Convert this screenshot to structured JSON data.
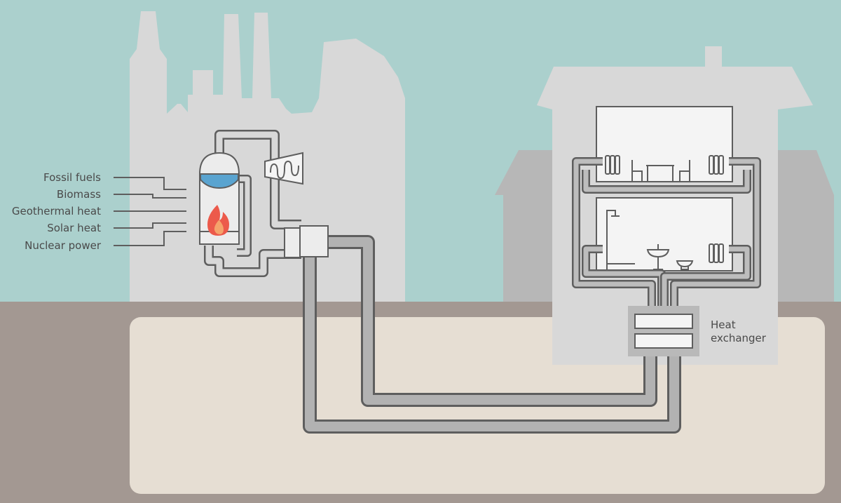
{
  "energy_sources": [
    "Fossil fuels",
    "Biomass",
    "Geothermal heat",
    "Solar heat",
    "Nuclear power"
  ],
  "heat_exchanger_label": [
    "Heat",
    "exchanger"
  ],
  "colors": {
    "sky": "#abd0cd",
    "ground_surface": "#a39892",
    "soil": "#e6ded3",
    "factory": "#d8d8d8",
    "house": "#d8d8d8",
    "neighbor_house": "#b7b7b7",
    "pipe": "#b2b2b2",
    "outline": "#5e5e5e",
    "water": "#5aa4d0",
    "flame": "#ec5a4b",
    "room": "#f4f4f4"
  },
  "icons": [
    "flame-icon",
    "turbine-icon",
    "radiator-icon",
    "shower-icon",
    "sink-icon",
    "toilet-icon",
    "bathtub-icon",
    "chair-icon",
    "table-icon"
  ]
}
